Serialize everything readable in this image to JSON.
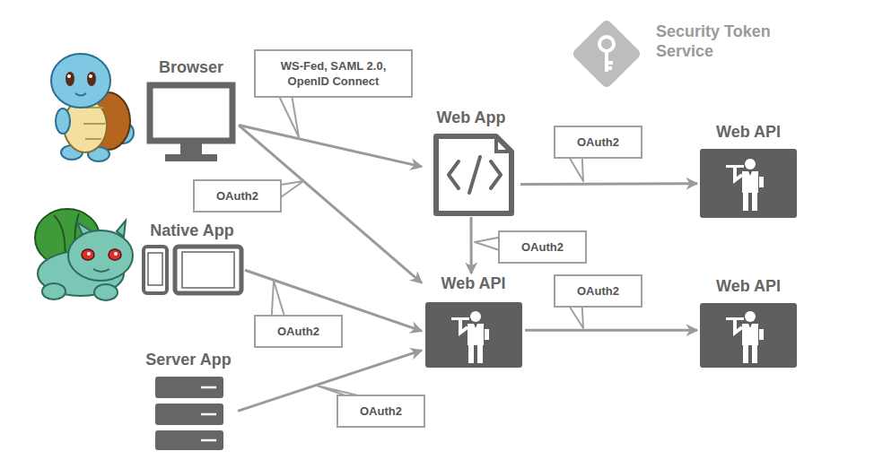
{
  "diagram": {
    "nodes": [
      {
        "text": [
          "Security Token Service"
        ]
      },
      {
        "text": [
          "Browser"
        ]
      },
      {
        "text": [
          "Web App"
        ]
      },
      {
        "text": [
          "Web API"
        ]
      },
      {
        "text": [
          "Native App"
        ]
      },
      {
        "text": [
          "Web API"
        ]
      },
      {
        "text": [
          "Web API"
        ]
      },
      {
        "text": [
          "Server App"
        ]
      }
    ],
    "edges": [
      {
        "from": 1,
        "to": 2,
        "arrow": "to",
        "label": "WS-Fed, SAML 2.0, OpenID Connect"
      },
      {
        "from": 1,
        "to": 5,
        "arrow": "to",
        "label": "OAuth2"
      },
      {
        "from": 2,
        "to": 3,
        "arrow": "to",
        "label": "OAuth2"
      },
      {
        "from": 2,
        "to": 5,
        "arrow": "to",
        "label": "OAuth2"
      },
      {
        "from": 4,
        "to": 5,
        "arrow": "to",
        "label": "OAuth2"
      },
      {
        "from": 5,
        "to": 6,
        "arrow": "to",
        "label": "OAuth2"
      },
      {
        "from": 7,
        "to": 5,
        "arrow": "to",
        "label": "OAuth2"
      }
    ]
  }
}
